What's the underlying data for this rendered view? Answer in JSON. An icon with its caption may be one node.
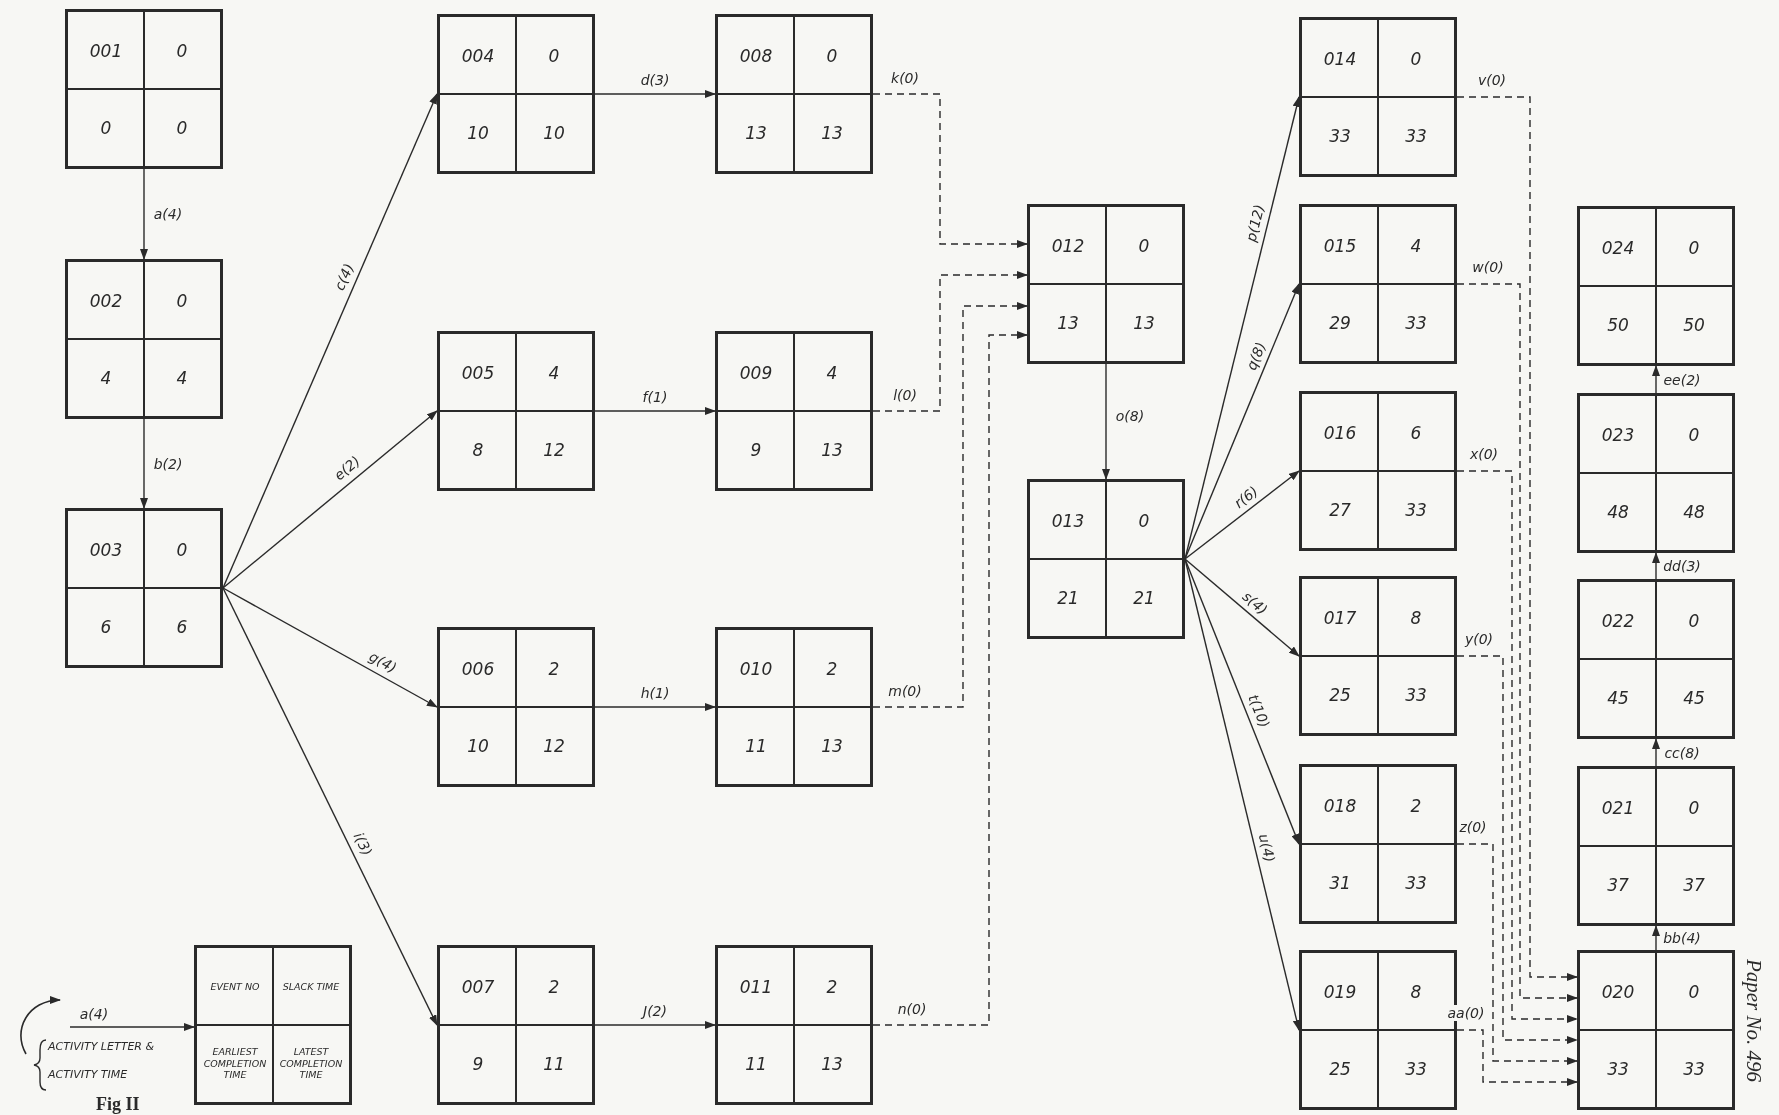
{
  "diagram": {
    "nodes": [
      {
        "text": [
          "001",
          "0",
          "0",
          "0"
        ]
      },
      {
        "text": [
          "002",
          "0",
          "4",
          "4"
        ]
      },
      {
        "text": [
          "003",
          "0",
          "6",
          "6"
        ]
      },
      {
        "text": [
          "004",
          "0",
          "10",
          "10"
        ]
      },
      {
        "text": [
          "005",
          "4",
          "8",
          "12"
        ]
      },
      {
        "text": [
          "006",
          "2",
          "10",
          "12"
        ]
      },
      {
        "text": [
          "007",
          "2",
          "9",
          "11"
        ]
      },
      {
        "text": [
          "008",
          "0",
          "13",
          "13"
        ]
      },
      {
        "text": [
          "009",
          "4",
          "9",
          "13"
        ]
      },
      {
        "text": [
          "010",
          "2",
          "11",
          "13"
        ]
      },
      {
        "text": [
          "011",
          "2",
          "11",
          "13"
        ]
      },
      {
        "text": [
          "012",
          "0",
          "13",
          "13"
        ]
      },
      {
        "text": [
          "013",
          "0",
          "21",
          "21"
        ]
      },
      {
        "text": [
          "014",
          "0",
          "33",
          "33"
        ]
      },
      {
        "text": [
          "015",
          "4",
          "29",
          "33"
        ]
      },
      {
        "text": [
          "016",
          "6",
          "27",
          "33"
        ]
      },
      {
        "text": [
          "017",
          "8",
          "25",
          "33"
        ]
      },
      {
        "text": [
          "018",
          "2",
          "31",
          "33"
        ]
      },
      {
        "text": [
          "019",
          "8",
          "25",
          "33"
        ]
      },
      {
        "text": [
          "020",
          "0",
          "33",
          "33"
        ]
      },
      {
        "text": [
          "021",
          "0",
          "37",
          "37"
        ]
      },
      {
        "text": [
          "022",
          "0",
          "45",
          "45"
        ]
      },
      {
        "text": [
          "023",
          "0",
          "48",
          "48"
        ]
      },
      {
        "text": [
          "024",
          "0",
          "50",
          "50"
        ]
      },
      {
        "text": [
          "EVENT NO",
          "SLACK TIME",
          "EARLIEST COMPLETION TIME",
          "LATEST COMPLETION TIME"
        ]
      }
    ],
    "edges": [
      {
        "from": 0,
        "to": 1,
        "arrow": "to",
        "label": "a(4)"
      },
      {
        "from": 1,
        "to": 2,
        "arrow": "to",
        "label": "b(2)"
      },
      {
        "from": 2,
        "to": 3,
        "arrow": "to",
        "label": "c(4)"
      },
      {
        "from": 2,
        "to": 4,
        "arrow": "to",
        "label": "e(2)"
      },
      {
        "from": 2,
        "to": 5,
        "arrow": "to",
        "label": "g(4)"
      },
      {
        "from": 2,
        "to": 6,
        "arrow": "to",
        "label": "i(3)"
      },
      {
        "from": 3,
        "to": 7,
        "arrow": "to",
        "label": "d(3)"
      },
      {
        "from": 4,
        "to": 8,
        "arrow": "to",
        "label": "f(1)"
      },
      {
        "from": 5,
        "to": 9,
        "arrow": "to",
        "label": "h(1)"
      },
      {
        "from": 6,
        "to": 10,
        "arrow": "to",
        "label": "J(2)"
      },
      {
        "from": 7,
        "to": 11,
        "arrow": "to",
        "label": "k(0)",
        "style": "dashed"
      },
      {
        "from": 8,
        "to": 11,
        "arrow": "to",
        "label": "l(0)",
        "style": "dashed"
      },
      {
        "from": 9,
        "to": 11,
        "arrow": "to",
        "label": "m(0)",
        "style": "dashed"
      },
      {
        "from": 10,
        "to": 11,
        "arrow": "to",
        "label": "n(0)",
        "style": "dashed"
      },
      {
        "from": 11,
        "to": 12,
        "arrow": "to",
        "label": "o(8)"
      },
      {
        "from": 12,
        "to": 13,
        "arrow": "to",
        "label": "p(12)"
      },
      {
        "from": 12,
        "to": 14,
        "arrow": "to",
        "label": "q(8)"
      },
      {
        "from": 12,
        "to": 15,
        "arrow": "to",
        "label": "r(6)"
      },
      {
        "from": 12,
        "to": 16,
        "arrow": "to",
        "label": "s(4)"
      },
      {
        "from": 12,
        "to": 17,
        "arrow": "to",
        "label": "t(10)"
      },
      {
        "from": 12,
        "to": 18,
        "arrow": "to",
        "label": "u(4)"
      },
      {
        "from": 13,
        "to": 19,
        "arrow": "to",
        "label": "v(0)",
        "style": "dashed"
      },
      {
        "from": 14,
        "to": 19,
        "arrow": "to",
        "label": "w(0)",
        "style": "dashed"
      },
      {
        "from": 15,
        "to": 19,
        "arrow": "to",
        "label": "x(0)",
        "style": "dashed"
      },
      {
        "from": 16,
        "to": 19,
        "arrow": "to",
        "label": "y(0)",
        "style": "dashed"
      },
      {
        "from": 17,
        "to": 19,
        "arrow": "to",
        "label": "z(0)",
        "style": "dashed"
      },
      {
        "from": 18,
        "to": 19,
        "arrow": "to",
        "label": "aa(0)",
        "style": "dashed"
      },
      {
        "from": 19,
        "to": 20,
        "arrow": "to",
        "label": "bb(4)"
      },
      {
        "from": 20,
        "to": 21,
        "arrow": "to",
        "label": "cc(8)"
      },
      {
        "from": 21,
        "to": 22,
        "arrow": "to",
        "label": "dd(3)"
      },
      {
        "from": 22,
        "to": 23,
        "arrow": "to",
        "label": "ee(2)"
      },
      {
        "from": null,
        "to": 24,
        "arrow": "to",
        "label": "a(4)"
      }
    ],
    "labels": [
      "ACTIVITY LETTER &",
      "ACTIVITY TIME",
      "Fig II",
      "Paper No. 496"
    ]
  }
}
